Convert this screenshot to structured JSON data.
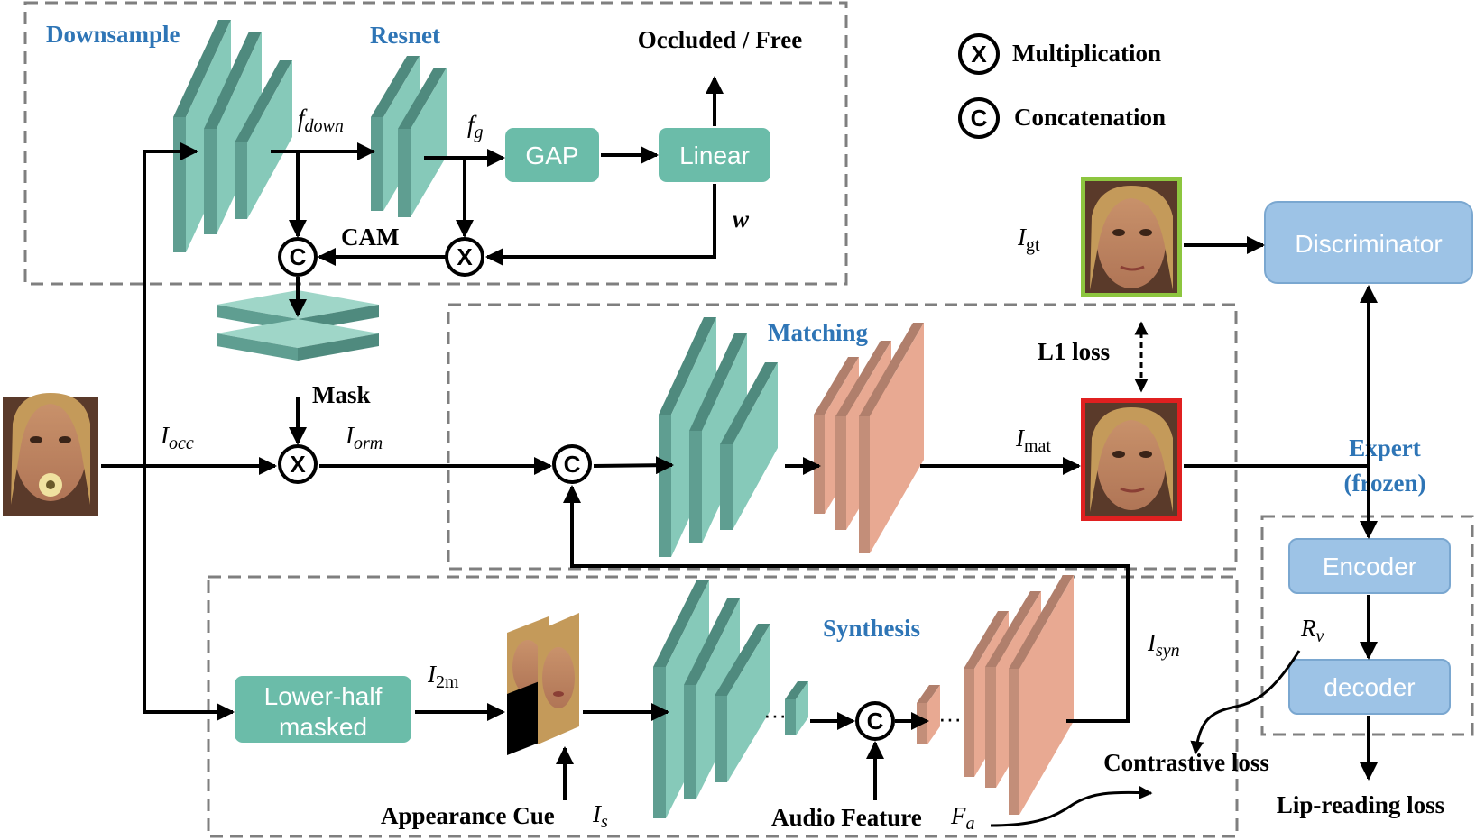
{
  "sections": {
    "downsample": "Downsample",
    "resnet": "Resnet",
    "matching": "Matching",
    "synthesis": "Synthesis",
    "expert": [
      "Expert",
      "(frozen)"
    ]
  },
  "blocks": {
    "gap": "GAP",
    "linear": "Linear",
    "discriminator": "Discriminator",
    "encoder": "Encoder",
    "decoder": "decoder",
    "lower_half": [
      "Lower-half",
      "masked"
    ]
  },
  "legend": {
    "mult_symbol": "X",
    "mult_label": "Multiplication",
    "concat_symbol": "C",
    "concat_label": "Concatenation"
  },
  "labels": {
    "occluded_free": "Occluded / Free",
    "cam": "CAM",
    "mask": "Mask",
    "w": "w",
    "l1_loss": "L1 loss",
    "contrastive_loss": "Contrastive loss",
    "lip_reading_loss": "Lip-reading loss",
    "appearance_cue": "Appearance Cue",
    "audio_feature": "Audio Feature"
  },
  "math": {
    "f_down": {
      "base": "f",
      "sub": "down"
    },
    "f_g": {
      "base": "f",
      "sub": "g"
    },
    "i_gt": {
      "base": "I",
      "sub": "gt"
    },
    "i_occ": {
      "base": "I",
      "sub": "occ"
    },
    "i_orm": {
      "base": "I",
      "sub": "orm"
    },
    "i_mat": {
      "base": "I",
      "sub": "mat"
    },
    "i_2m": {
      "base": "I",
      "sub": "2m"
    },
    "i_syn": {
      "base": "I",
      "sub": "syn"
    },
    "i_s": {
      "base": "I",
      "sub": "s"
    },
    "f_a": {
      "base": "F",
      "sub": "a"
    },
    "r_v": {
      "base": "R",
      "sub": "v"
    }
  },
  "colors": {
    "teal_block": "#86c9b9",
    "teal_dark": "#4f8a7e",
    "salmon_block": "#e8a992",
    "salmon_dark": "#b07f6c",
    "box_teal": "#6bbca9",
    "box_blue": "#9dc3e6",
    "section_blue": "#2e75b6",
    "dash_gray": "#7f7f7f",
    "frame_green": "#8dc63f",
    "frame_red": "#e02020"
  },
  "icons": {
    "face_occluded": "face-occluded-icon",
    "face_gt": "face-gt-icon",
    "face_mat": "face-mat-icon",
    "face_ref": "face-reference-icon",
    "face_ref_masked": "face-masked-icon"
  }
}
